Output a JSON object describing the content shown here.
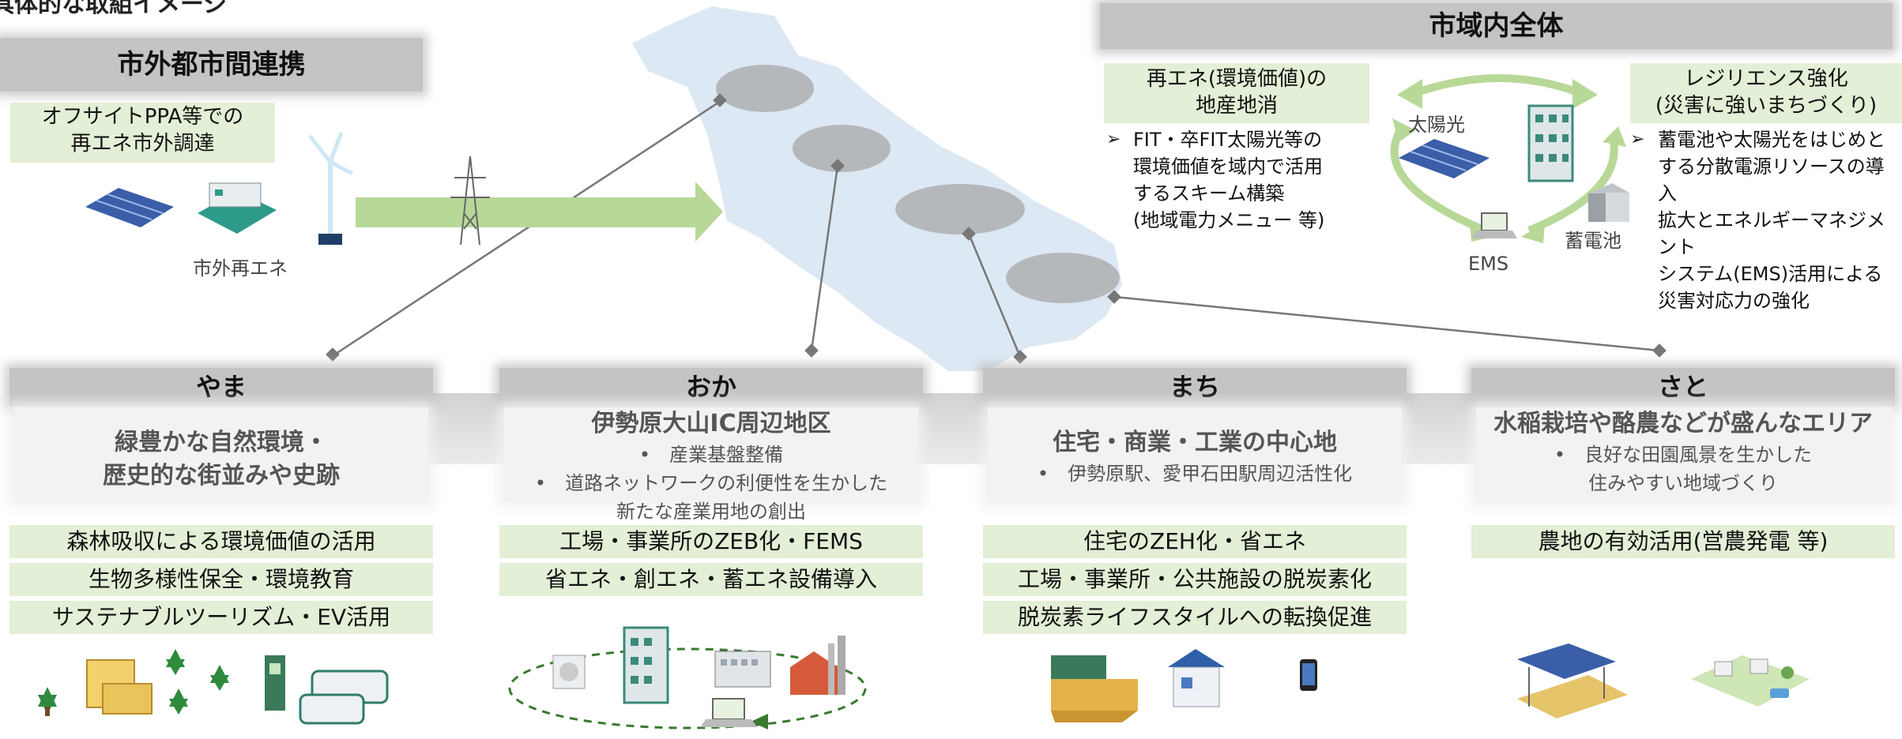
{
  "page_title": "具体的な取組イメージ",
  "outside": {
    "title": "市外都市間連携",
    "box": "オフサイトPPA等での\n再エネ市外調達",
    "caption": "市外再エネ"
  },
  "citywide": {
    "title": "市域内全体",
    "left_box": "再エネ(環境価値)の\n地産地消",
    "left_bullet": "FIT・卒FIT太陽光等の\n環境価値を域内で活用\nするスキーム構築\n(地域電力メニュー 等)",
    "right_box": "レジリエンス強化\n(災害に強いまちづくり)",
    "right_bullet": "蓄電池や太陽光をはじめと\nする分散電源リソースの導入\n拡大とエネルギーマネジメント\nシステム(EMS)活用による\n災害対応力の強化",
    "label_solar": "太陽光",
    "label_battery": "蓄電池",
    "label_ems": "EMS"
  },
  "areas": [
    {
      "name": "やま",
      "heading": "緑豊かな自然環境・\n歴史的な街並みや史跡",
      "details": "",
      "items": [
        "森林吸収による環境価値の活用",
        "生物多様性保全・環境教育",
        "サステナブルツーリズム・EV活用"
      ]
    },
    {
      "name": "おか",
      "heading": "伊勢原大山IC周辺地区",
      "details": "•　産業基盤整備\n•　道路ネットワークの利便性を生かした\n新たな産業用地の創出",
      "items": [
        "工場・事業所のZEB化・FEMS",
        "省エネ・創エネ・蓄エネ設備導入"
      ]
    },
    {
      "name": "まち",
      "heading": "住宅・商業・工業の中心地",
      "details": "•　伊勢原駅、愛甲石田駅周辺活性化",
      "items": [
        "住宅のZEH化・省エネ",
        "工場・事業所・公共施設の脱炭素化",
        "脱炭素ライフスタイルへの転換促進"
      ]
    },
    {
      "name": "さと",
      "heading": "水稲栽培や酪農などが盛んなエリア",
      "details": "•　良好な田園風景を生かした\n住みやすい地域づくり",
      "items": [
        "農地の有効活用(営農発電 等)"
      ]
    }
  ],
  "colors": {
    "green_box": "#e3efd6",
    "arrow_green": "#b8d898",
    "map_blue": "#dce8f4",
    "grey_bar": "#c4c4c4",
    "panel": "#f2f2f2"
  },
  "icons": [
    "solar-panel-icon",
    "factory-icon",
    "wind-turbine-icon",
    "pylon-icon",
    "building-icon",
    "battery-icon",
    "laptop-icon",
    "tree-icon",
    "ev-charger-icon",
    "bus-icon",
    "store-icon",
    "house-icon",
    "smartphone-icon",
    "solar-sharing-icon",
    "village-icon",
    "air-conditioner-icon"
  ]
}
